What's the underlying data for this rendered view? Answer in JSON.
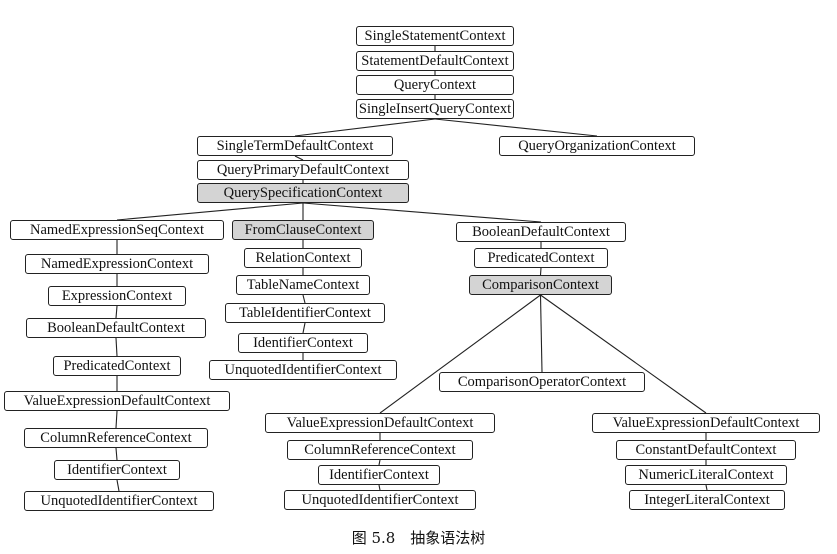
{
  "nodes": {
    "single_statement": "SingleStatementContext",
    "statement_default": "StatementDefaultContext",
    "query": "QueryContext",
    "single_insert_query": "SingleInsertQueryContext",
    "single_term_default": "SingleTermDefaultContext",
    "query_organization": "QueryOrganizationContext",
    "query_primary_default": "QueryPrimaryDefaultContext",
    "query_specification": "QuerySpecificationContext",
    "named_expression_seq": "NamedExpressionSeqContext",
    "from_clause": "FromClauseContext",
    "boolean_default_right": "BooleanDefaultContext",
    "named_expression": "NamedExpressionContext",
    "relation": "RelationContext",
    "predicated_right": "PredicatedContext",
    "expression": "ExpressionContext",
    "table_name": "TableNameContext",
    "comparison": "ComparisonContext",
    "boolean_default_left": "BooleanDefaultContext",
    "table_identifier": "TableIdentifierContext",
    "identifier_mid": "IdentifierContext",
    "predicated_left": "PredicatedContext",
    "unquoted_identifier_mid": "UnquotedIdentifierContext",
    "comparison_operator": "ComparisonOperatorContext",
    "value_expression_default_left": "ValueExpressionDefaultContext",
    "value_expression_default_mid": "ValueExpressionDefaultContext",
    "value_expression_default_right": "ValueExpressionDefaultContext",
    "column_reference_left": "ColumnReferenceContext",
    "column_reference_mid": "ColumnReferenceContext",
    "constant_default": "ConstantDefaultContext",
    "identifier_left": "IdentifierContext",
    "identifier_bottom_mid": "IdentifierContext",
    "numeric_literal": "NumericLiteralContext",
    "unquoted_identifier_left": "UnquotedIdentifierContext",
    "unquoted_identifier_bottom_mid": "UnquotedIdentifierContext",
    "integer_literal": "IntegerLiteralContext"
  },
  "highlighted": [
    "query_specification",
    "from_clause",
    "comparison"
  ],
  "edges": [
    [
      "single_statement",
      "statement_default"
    ],
    [
      "statement_default",
      "query"
    ],
    [
      "query",
      "single_insert_query"
    ],
    [
      "single_insert_query",
      "single_term_default"
    ],
    [
      "single_insert_query",
      "query_organization"
    ],
    [
      "single_term_default",
      "query_primary_default"
    ],
    [
      "query_primary_default",
      "query_specification"
    ],
    [
      "query_specification",
      "named_expression_seq"
    ],
    [
      "query_specification",
      "from_clause"
    ],
    [
      "query_specification",
      "boolean_default_right"
    ],
    [
      "named_expression_seq",
      "named_expression"
    ],
    [
      "named_expression",
      "expression"
    ],
    [
      "expression",
      "boolean_default_left"
    ],
    [
      "boolean_default_left",
      "predicated_left"
    ],
    [
      "predicated_left",
      "value_expression_default_left"
    ],
    [
      "value_expression_default_left",
      "column_reference_left"
    ],
    [
      "column_reference_left",
      "identifier_left"
    ],
    [
      "identifier_left",
      "unquoted_identifier_left"
    ],
    [
      "from_clause",
      "relation"
    ],
    [
      "relation",
      "table_name"
    ],
    [
      "table_name",
      "table_identifier"
    ],
    [
      "table_identifier",
      "identifier_mid"
    ],
    [
      "identifier_mid",
      "unquoted_identifier_mid"
    ],
    [
      "boolean_default_right",
      "predicated_right"
    ],
    [
      "predicated_right",
      "comparison"
    ],
    [
      "comparison",
      "value_expression_default_mid"
    ],
    [
      "comparison",
      "comparison_operator"
    ],
    [
      "comparison",
      "value_expression_default_right"
    ],
    [
      "value_expression_default_mid",
      "column_reference_mid"
    ],
    [
      "column_reference_mid",
      "identifier_bottom_mid"
    ],
    [
      "identifier_bottom_mid",
      "unquoted_identifier_bottom_mid"
    ],
    [
      "value_expression_default_right",
      "constant_default"
    ],
    [
      "constant_default",
      "numeric_literal"
    ],
    [
      "numeric_literal",
      "integer_literal"
    ]
  ],
  "caption": "图 5.8　抽象语法树"
}
